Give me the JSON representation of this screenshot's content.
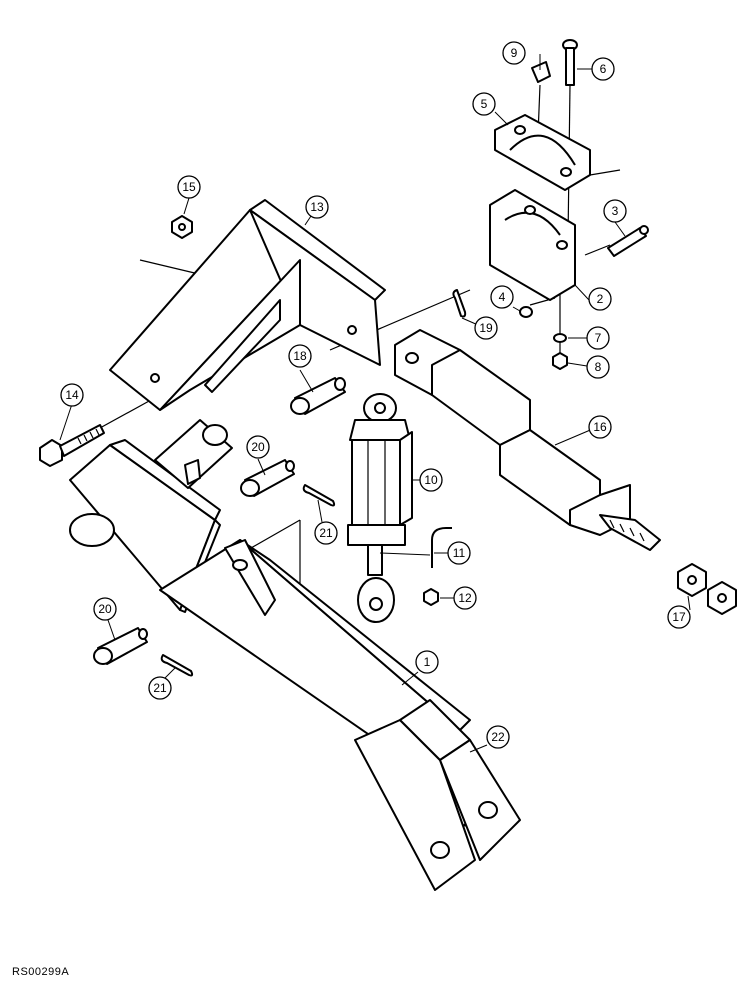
{
  "diagram": {
    "reference_code": "RS00299A",
    "callouts": [
      {
        "id": "c1",
        "label": "1"
      },
      {
        "id": "c2",
        "label": "2"
      },
      {
        "id": "c3",
        "label": "3"
      },
      {
        "id": "c4",
        "label": "4"
      },
      {
        "id": "c5",
        "label": "5"
      },
      {
        "id": "c6",
        "label": "6"
      },
      {
        "id": "c7",
        "label": "7"
      },
      {
        "id": "c8",
        "label": "8"
      },
      {
        "id": "c9",
        "label": "9"
      },
      {
        "id": "c10",
        "label": "10"
      },
      {
        "id": "c11",
        "label": "11"
      },
      {
        "id": "c12",
        "label": "12"
      },
      {
        "id": "c13",
        "label": "13"
      },
      {
        "id": "c14",
        "label": "14"
      },
      {
        "id": "c15",
        "label": "15"
      },
      {
        "id": "c16",
        "label": "16"
      },
      {
        "id": "c17",
        "label": "17"
      },
      {
        "id": "c18",
        "label": "18"
      },
      {
        "id": "c19",
        "label": "19"
      },
      {
        "id": "c20a",
        "label": "20"
      },
      {
        "id": "c20b",
        "label": "20"
      },
      {
        "id": "c21a",
        "label": "21"
      },
      {
        "id": "c21b",
        "label": "21"
      },
      {
        "id": "c22",
        "label": "22"
      }
    ]
  }
}
